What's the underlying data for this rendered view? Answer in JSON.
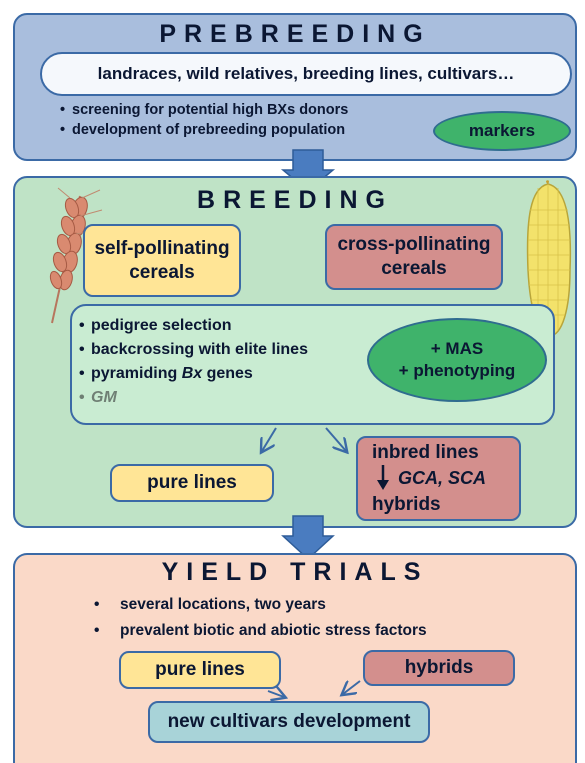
{
  "colors": {
    "prebreeding_bg": "#a9bedd",
    "breeding_bg": "#bfe3c6",
    "yield_bg": "#fad9c8",
    "border_blue": "#3b6aa6",
    "yellow_box": "#ffe596",
    "red_box": "#d38f8d",
    "green_oval": "#3fb36b",
    "teal_box": "#a8d3d8",
    "arrow_blue": "#4a7cc0"
  },
  "prebreeding": {
    "title": "PREBREEDING",
    "sources": "landraces, wild relatives, breeding lines, cultivars…",
    "bullets": [
      "screening for potential high BXs donors",
      "development of prebreeding population"
    ],
    "markers": "markers"
  },
  "breeding": {
    "title": "BREEDING",
    "self_pollinating": "self-pollinating cereals",
    "cross_pollinating": "cross-pollinating cereals",
    "methods": [
      {
        "text": "pedigree selection"
      },
      {
        "text": "backcrossing with elite lines"
      },
      {
        "prefix": "pyramiding ",
        "italic": "Bx",
        "suffix": " genes"
      },
      {
        "gm": "GM"
      }
    ],
    "mas_line1": "+ MAS",
    "mas_line2": "+ phenotyping",
    "pure_lines": "pure lines",
    "inbred_lines": "inbred lines",
    "gca_sca": "GCA, SCA",
    "hybrids": "hybrids",
    "icons": [
      "wheat-ear-icon",
      "corn-cob-icon"
    ]
  },
  "yield_trials": {
    "title": "YIELD TRIALS",
    "bullets": [
      "several locations, two years",
      "prevalent biotic and abiotic stress factors"
    ],
    "pure_lines": "pure lines",
    "hybrids": "hybrids",
    "new_cultivars": "new cultivars development"
  }
}
